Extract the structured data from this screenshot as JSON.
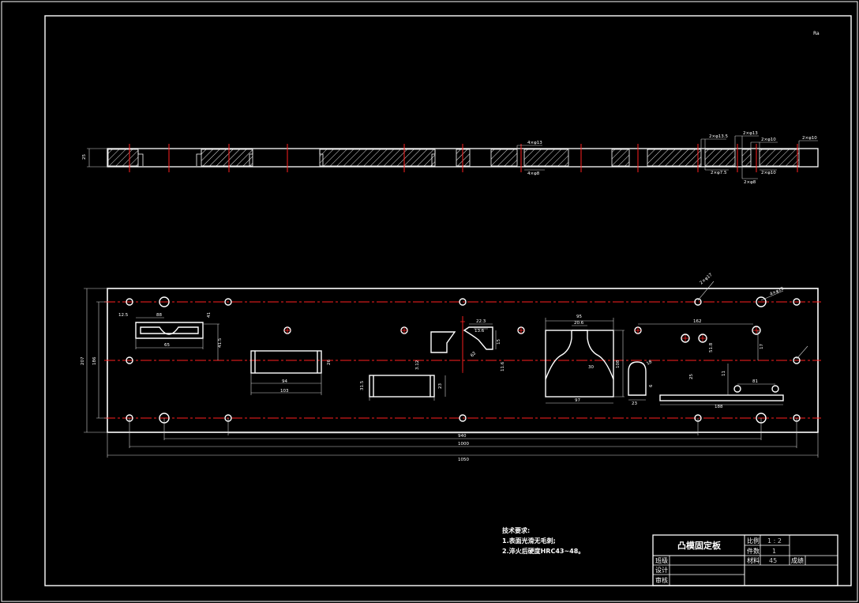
{
  "title_block": {
    "part_name": "凸模固定板",
    "scale_label": "比例",
    "scale_value": "1 : 2",
    "qty_label": "件数",
    "qty_value": "1",
    "material_label": "材料",
    "material_value": "45",
    "score_label": "成绩",
    "drawn_label": "班级",
    "design_label": "设计",
    "check_label": "审核"
  },
  "notes": {
    "heading": "技术要求:",
    "line1": "1.表面光滑无毛刺;",
    "line2": "2.淬火后硬度HRC43~48。"
  },
  "corner_mark": "Ra",
  "section_view": {
    "thickness_dim": "25",
    "callouts": [
      "4×φ13",
      "4×φ8",
      "2×φ13.5",
      "2×φ7.5",
      "2×φ13",
      "2×φ8",
      "2×φ10",
      "2×φ10",
      "2×φ10"
    ]
  },
  "plan_view": {
    "overall": {
      "length": "1050",
      "width": "207",
      "hole_span_1": "1000",
      "hole_span_2": "940",
      "width_inner": "186"
    },
    "dims": [
      "12.5",
      "88",
      "65",
      "41",
      "41.5",
      "26",
      "94",
      "103",
      "23",
      "31.5",
      "3.12",
      "22.3",
      "62",
      "13.6",
      "15",
      "11.6",
      "95",
      "20.6",
      "30",
      "23",
      "97",
      "108",
      "162",
      "51.8",
      "17",
      "188",
      "81",
      "11",
      "25",
      "6",
      "18",
      "2×φ17",
      "4×φ13"
    ]
  },
  "colors": {
    "line": "#ffffff",
    "center": "#ff2020",
    "hatch": "#ffffff",
    "dim": "#d0d0d0"
  }
}
